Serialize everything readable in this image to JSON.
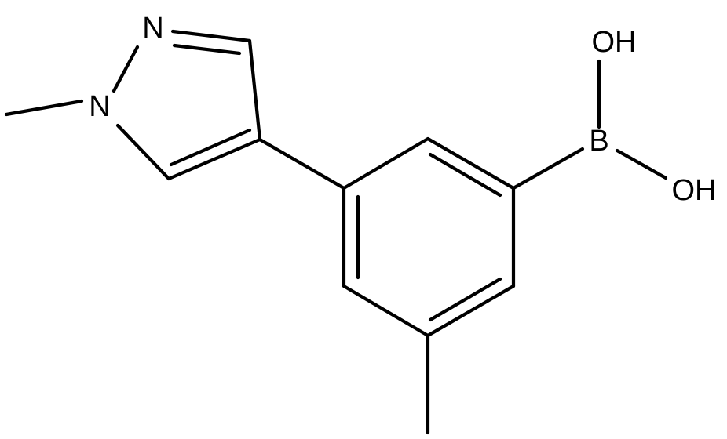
{
  "molecule": {
    "atoms": {
      "n_methyl": "N",
      "n_pyrazole": "N",
      "boron": "B",
      "oh_top": "OH",
      "oh_right": "OH"
    },
    "colors": {
      "bond": "#000000",
      "label": "#000000",
      "background": "#ffffff"
    }
  }
}
